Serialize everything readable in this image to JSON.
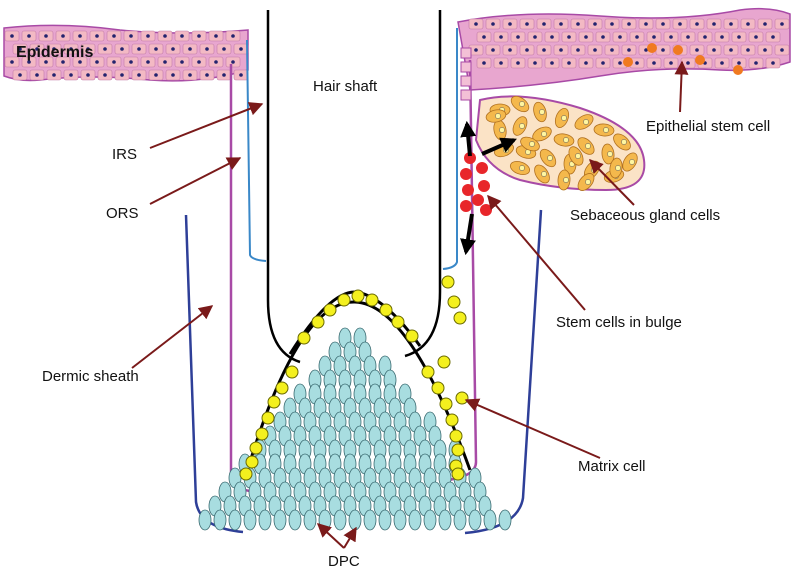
{
  "diagram": {
    "labels": {
      "epidermis": "Epidermis",
      "hair_shaft": "Hair shaft",
      "irs": "IRS",
      "ors": "ORS",
      "dermic_sheath": "Dermic sheath",
      "epithelial_stem_cell": "Epithelial stem cell",
      "sebaceous_gland_cells": "Sebaceous gland cells",
      "stem_cells_in_bulge": "Stem cells in bulge",
      "matrix_cell": "Matrix cell",
      "dpc": "DPC"
    },
    "colors": {
      "epidermis_fill": "#e8a6cf",
      "epidermis_cell": "#f3b9c4",
      "epidermis_nucleus": "#23236e",
      "ors_line": "#a84aa6",
      "irs_line": "#3a88c8",
      "dermic_sheath_line": "#2e3f98",
      "hair_shaft_line": "#000000",
      "matrix_cell": "#f4f01e",
      "dpc_cell": "#a8dde0",
      "stem_cell": "#e8262a",
      "sebaceous_cell": "#f4b84c",
      "epithelial_stem_cell_dot": "#f07a20",
      "arrow": "#7a1a1a"
    }
  }
}
